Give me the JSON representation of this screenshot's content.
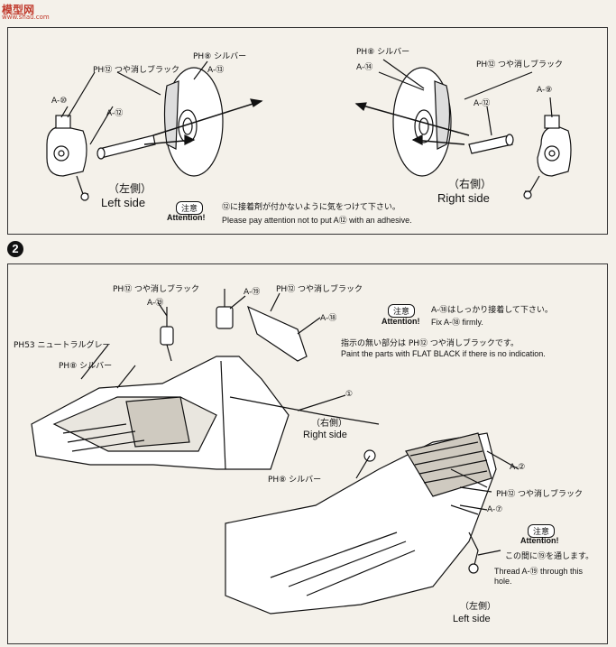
{
  "watermark": {
    "title": "模型网",
    "url": "www.shau.com"
  },
  "step1": {
    "labels": {
      "ph12_left": "PH⑫ つや消しブラック",
      "a13": "A-⑬",
      "ph8_left": "PH⑧ シルバー",
      "a10": "A-⑩",
      "a12_left": "A-⑫",
      "ph8_right": "PH⑧ シルバー",
      "a14": "A-⑭",
      "ph12_right": "PH⑫ つや消しブラック",
      "a9": "A-⑨",
      "a12_right": "A-⑫"
    },
    "left_jp": "（左側）",
    "left_en": "Left side",
    "right_jp": "（右側）",
    "right_en": "Right side",
    "attention_badge": "注意",
    "attention_en": "Attention!",
    "note_jp": "⑫に接着剤が付かないように気をつけて下さい。",
    "note_en": "Please pay attention not to put A⑫ with an adhesive."
  },
  "step2": {
    "number": "2",
    "labels": {
      "ph12_a": "PH⑫ つや消しブラック",
      "a19_a": "A-⑲",
      "a19_b": "A-⑲",
      "ph12_b": "PH⑫ つや消しブラック",
      "a18": "A-⑱",
      "ph53": "PH53 ニュートラルグレー",
      "ph8": "PH⑧ シルバー",
      "part1": "①",
      "right_jp": "（右側）",
      "right_en": "Right side",
      "ph8_b": "PH⑧ シルバー",
      "a2": "A-②",
      "ph12_c": "PH⑫ つや消しブラック",
      "a7": "A-⑦",
      "left_jp": "（左側）",
      "left_en": "Left side"
    },
    "attention1": {
      "badge": "注意",
      "en": "Attention!",
      "jp": "A-⑱はしっかり接着して下さい。",
      "en_note": "Fix A-⑱ firmly."
    },
    "paint_jp": "指示の無い部分は PH⑫ つや消しブラックです。",
    "paint_en": "Paint the parts with FLAT BLACK if there is no indication.",
    "attention2": {
      "badge": "注意",
      "en": "Attention!",
      "jp": "この間に⑲を通します。",
      "en_note_1": "Thread A-⑲ through this",
      "en_note_2": "hole."
    }
  },
  "colors": {
    "paper": "#f4f1ea",
    "ink": "#111111",
    "watermark": "#c0392b"
  }
}
